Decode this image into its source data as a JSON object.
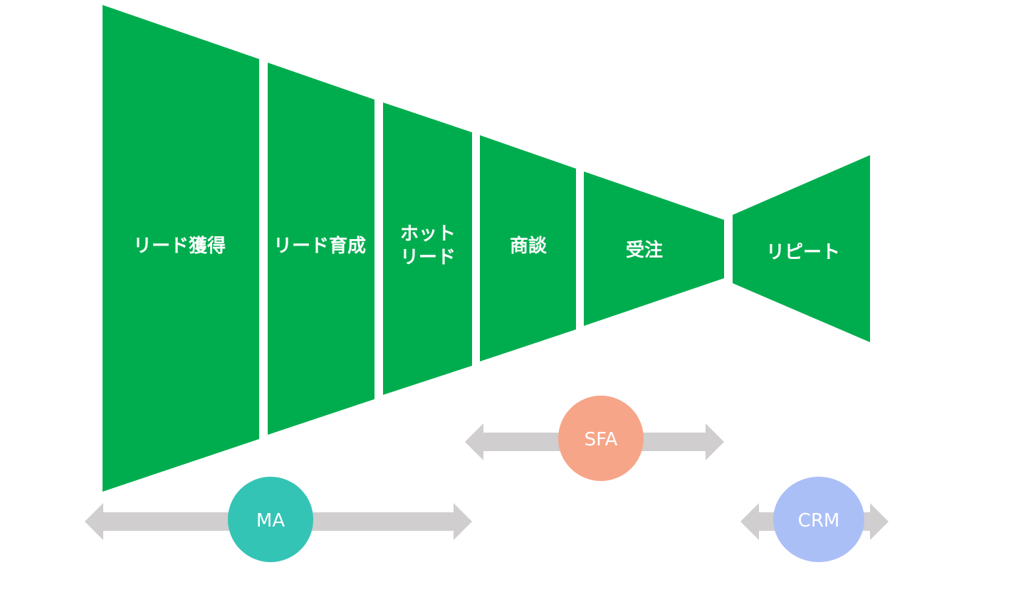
{
  "colors": {
    "stage_fill": "#00AD4E",
    "arrow_fill": "#D0CECE",
    "ma_circle": "#33C4B5",
    "sfa_circle": "#F7A588",
    "crm_circle": "#ABBFF7",
    "label_text": "#FFFFFF"
  },
  "stages": [
    {
      "id": "lead-acquisition",
      "lines": [
        "リード獲得"
      ]
    },
    {
      "id": "lead-nurturing",
      "lines": [
        "リード育成"
      ]
    },
    {
      "id": "hot-lead",
      "lines": [
        "ホット",
        "リード"
      ]
    },
    {
      "id": "negotiation",
      "lines": [
        "商談"
      ]
    },
    {
      "id": "order",
      "lines": [
        "受注"
      ]
    },
    {
      "id": "repeat",
      "lines": [
        "リピート"
      ]
    }
  ],
  "tools": [
    {
      "id": "ma",
      "label": "MA",
      "covers": [
        "リード獲得",
        "リード育成",
        "ホット リード"
      ]
    },
    {
      "id": "sfa",
      "label": "SFA",
      "covers": [
        "商談",
        "受注"
      ]
    },
    {
      "id": "crm",
      "label": "CRM",
      "covers": [
        "リピート"
      ]
    }
  ]
}
